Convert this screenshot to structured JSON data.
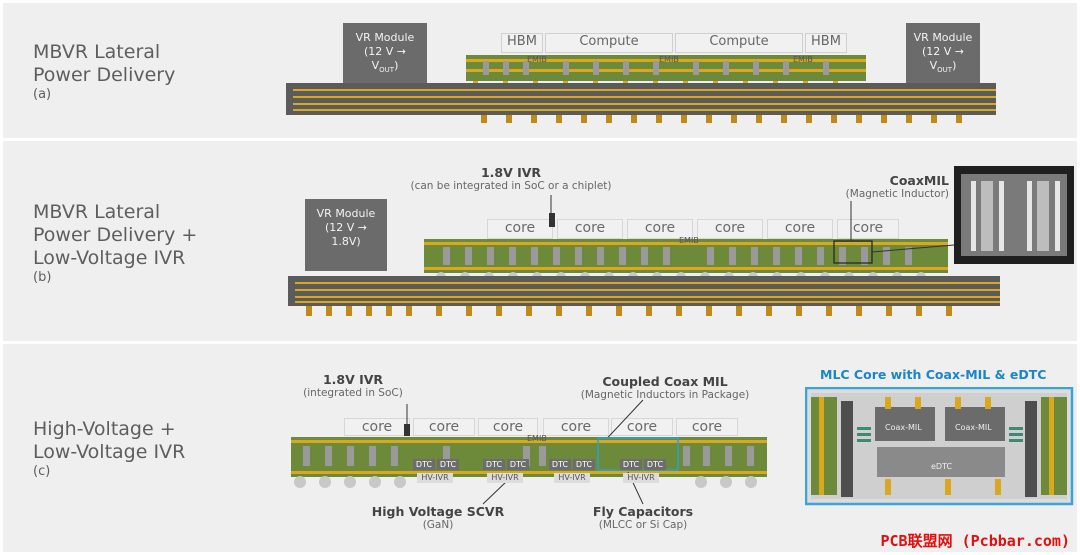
{
  "panels": {
    "a": {
      "title_l1": "MBVR Lateral",
      "title_l2": "Power Delivery",
      "sub": "(a)"
    },
    "b": {
      "title_l1": "MBVR Lateral",
      "title_l2": "Power Delivery +",
      "title_l3": "Low-Voltage IVR",
      "sub": "(b)"
    },
    "c": {
      "title_l1": "High-Voltage +",
      "title_l2": "Low-Voltage IVR",
      "sub": "(c)"
    }
  },
  "a": {
    "vr_l1": "VR Module",
    "vr_l2": "(12 V →",
    "vr_l3": "V",
    "vr_sub": "OUT",
    "vr_close": ")",
    "hbm": "HBM",
    "compute": "Compute",
    "emib": "EMIB"
  },
  "b": {
    "vr_l1": "VR Module",
    "vr_l2": "(12 V →",
    "vr_l3": "1.8V)",
    "ivr_title": "1.8V IVR",
    "ivr_sub": "(can be integrated in SoC or a chiplet)",
    "core": "core",
    "emib": "EMIB",
    "coax_title": "CoaxMIL",
    "coax_sub": "(Magnetic Inductor)"
  },
  "c": {
    "ivr_title": "1.8V IVR",
    "ivr_sub": "(integrated in SoC)",
    "coupled_title": "Coupled Coax MIL",
    "coupled_sub": "(Magnetic Inductors in Package)",
    "core": "core",
    "emib": "EMIB",
    "dtc": "DTC",
    "hvivr": "HV-IVR",
    "scvr_title": "High Voltage SCVR",
    "scvr_sub": "(GaN)",
    "fly_title": "Fly Capacitors",
    "fly_sub": "(MLCC or Si Cap)",
    "inset_title": "MLC Core with Coax-MIL & eDTC",
    "coaxmil": "Coax-MIL",
    "edtc": "eDTC"
  },
  "watermark": "PCB联盟网 (Pcbbar.com)",
  "colors": {
    "pcb_green": "#6d8a3a",
    "gold": "#d9a81e",
    "dark": "#5b5b5b",
    "inset_border": "#3aa4d8",
    "watermark": "#e01010"
  }
}
